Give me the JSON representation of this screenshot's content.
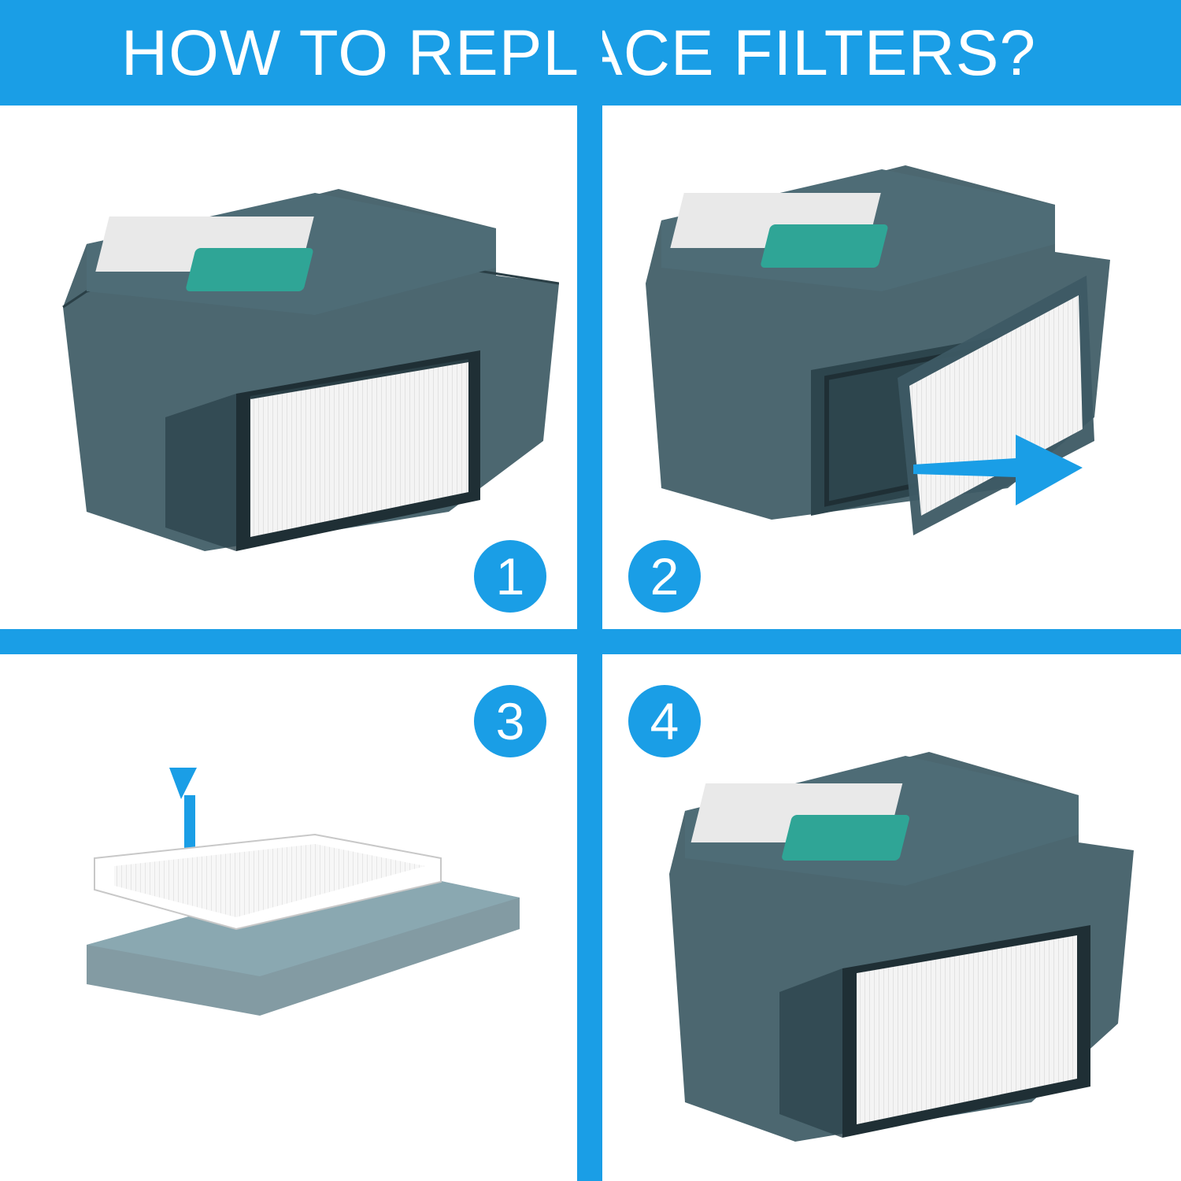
{
  "header": {
    "title": "HOW TO REPLACE FILTERS?"
  },
  "steps": [
    {
      "number": "1"
    },
    {
      "number": "2"
    },
    {
      "number": "3"
    },
    {
      "number": "4"
    }
  ],
  "colors": {
    "accent_blue": "#1a9ee6",
    "bin_body": "#3d5a64",
    "filter_teal": "#2fa596",
    "filter_white": "#f4f4f4"
  },
  "icons": [
    "dust-bin-icon",
    "filter-icon",
    "arrow-right-icon",
    "arrow-up-icon"
  ]
}
